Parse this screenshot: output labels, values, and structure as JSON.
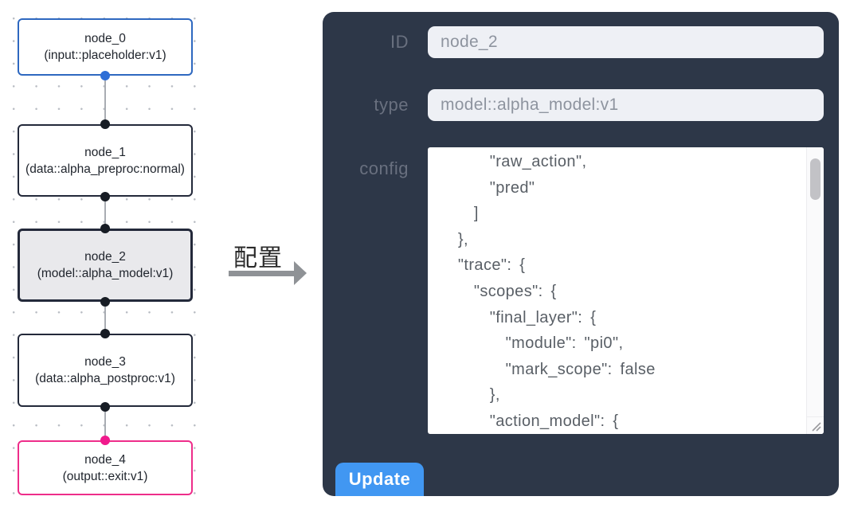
{
  "flow": {
    "nodes": [
      {
        "id": "node_0",
        "title": "node_0",
        "subtitle": "(input::placeholder:v1)",
        "accent": "#2e68c0",
        "selected": false
      },
      {
        "id": "node_1",
        "title": "node_1",
        "subtitle": "(data::alpha_preproc:normal)",
        "accent": "#23293a",
        "selected": false
      },
      {
        "id": "node_2",
        "title": "node_2",
        "subtitle": "(model::alpha_model:v1)",
        "accent": "#23293a",
        "selected": true
      },
      {
        "id": "node_3",
        "title": "node_3",
        "subtitle": "(data::alpha_postproc:v1)",
        "accent": "#23293a",
        "selected": false
      },
      {
        "id": "node_4",
        "title": "node_4",
        "subtitle": "(output::exit:v1)",
        "accent": "#ee2d8a",
        "selected": false
      }
    ],
    "port_colors": {
      "default": "#171c24",
      "input_node": "#2e6ed6",
      "output_node": "#f0198c"
    }
  },
  "annotation": {
    "label": "配置"
  },
  "panel": {
    "fields": {
      "id": {
        "label": "ID",
        "value": "node_2"
      },
      "type": {
        "label": "type",
        "value": "model::alpha_model:v1"
      },
      "config": {
        "label": "config",
        "text": "      \"raw_action\",\n      \"pred\"\n    ]\n  },\n  \"trace\": {\n    \"scopes\": {\n      \"final_layer\": {\n        \"module\": \"pi0\",\n        \"mark_scope\": false\n      },\n      \"action_model\": {"
      }
    },
    "update_label": "Update"
  },
  "colors": {
    "panel_bg": "#2d3748",
    "field_bg": "#eef0f5",
    "button_blue": "#4197f2",
    "node_selected_bg": "#e9e9ec",
    "accent_blue": "#2e68c0",
    "accent_pink": "#ee2d8a",
    "arrow_gray": "#8f9296"
  }
}
